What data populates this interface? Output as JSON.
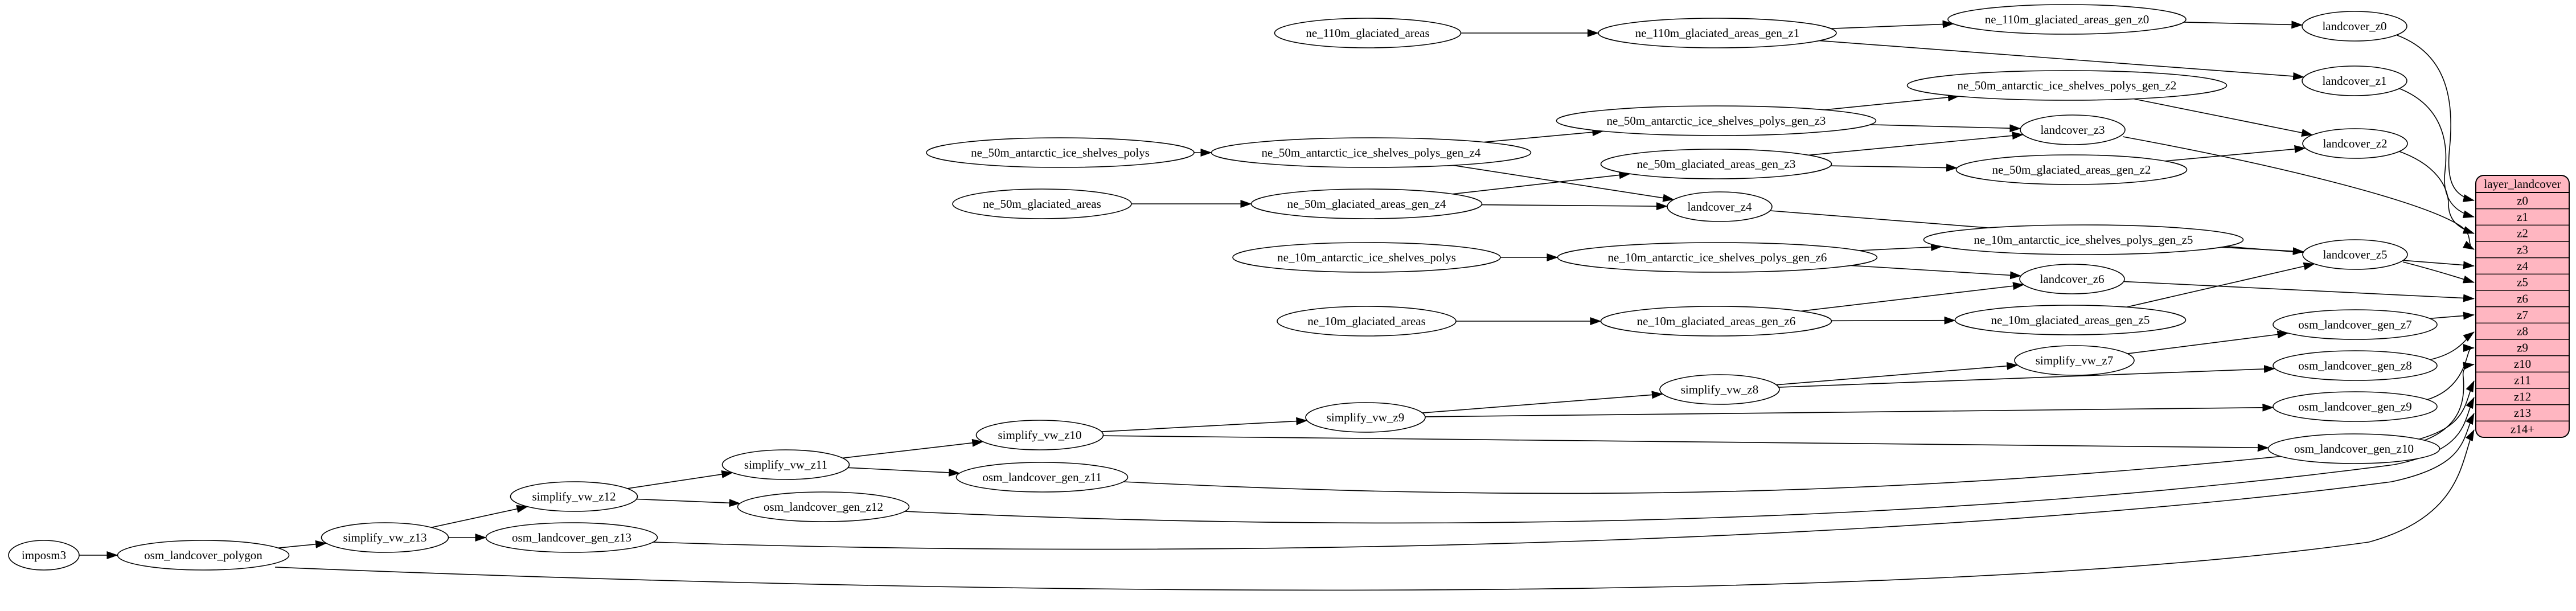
{
  "diagram": {
    "kind": "etl-graph",
    "direction": "left-to-right",
    "colors": {
      "background": "#ffffff",
      "node_fill": "#ffffff",
      "node_stroke": "#000000",
      "edge": "#000000",
      "table_fill": "#ffb6c1",
      "table_stroke": "#000000",
      "text": "#000000"
    },
    "nodes": [
      {
        "id": "imposm3",
        "label": "imposm3"
      },
      {
        "id": "osm_landcover_polygon",
        "label": "osm_landcover_polygon"
      },
      {
        "id": "simplify_vw_z13",
        "label": "simplify_vw_z13"
      },
      {
        "id": "osm_landcover_gen_z13",
        "label": "osm_landcover_gen_z13"
      },
      {
        "id": "simplify_vw_z12",
        "label": "simplify_vw_z12"
      },
      {
        "id": "osm_landcover_gen_z12",
        "label": "osm_landcover_gen_z12"
      },
      {
        "id": "simplify_vw_z11",
        "label": "simplify_vw_z11"
      },
      {
        "id": "osm_landcover_gen_z11",
        "label": "osm_landcover_gen_z11"
      },
      {
        "id": "simplify_vw_z10",
        "label": "simplify_vw_z10"
      },
      {
        "id": "osm_landcover_gen_z10",
        "label": "osm_landcover_gen_z10"
      },
      {
        "id": "simplify_vw_z9",
        "label": "simplify_vw_z9"
      },
      {
        "id": "osm_landcover_gen_z9",
        "label": "osm_landcover_gen_z9"
      },
      {
        "id": "simplify_vw_z8",
        "label": "simplify_vw_z8"
      },
      {
        "id": "osm_landcover_gen_z8",
        "label": "osm_landcover_gen_z8"
      },
      {
        "id": "simplify_vw_z7",
        "label": "simplify_vw_z7"
      },
      {
        "id": "osm_landcover_gen_z7",
        "label": "osm_landcover_gen_z7"
      },
      {
        "id": "ne_110m_glaciated_areas",
        "label": "ne_110m_glaciated_areas"
      },
      {
        "id": "ne_110m_glaciated_areas_gen_z1",
        "label": "ne_110m_glaciated_areas_gen_z1"
      },
      {
        "id": "ne_110m_glaciated_areas_gen_z0",
        "label": "ne_110m_glaciated_areas_gen_z0"
      },
      {
        "id": "landcover_z0",
        "label": "landcover_z0"
      },
      {
        "id": "landcover_z1",
        "label": "landcover_z1"
      },
      {
        "id": "ne_50m_antarctic_ice_shelves_polys",
        "label": "ne_50m_antarctic_ice_shelves_polys"
      },
      {
        "id": "ne_50m_antarctic_ice_shelves_polys_gen_z4",
        "label": "ne_50m_antarctic_ice_shelves_polys_gen_z4"
      },
      {
        "id": "ne_50m_antarctic_ice_shelves_polys_gen_z3",
        "label": "ne_50m_antarctic_ice_shelves_polys_gen_z3"
      },
      {
        "id": "ne_50m_antarctic_ice_shelves_polys_gen_z2",
        "label": "ne_50m_antarctic_ice_shelves_polys_gen_z2"
      },
      {
        "id": "ne_50m_glaciated_areas",
        "label": "ne_50m_glaciated_areas"
      },
      {
        "id": "ne_50m_glaciated_areas_gen_z4",
        "label": "ne_50m_glaciated_areas_gen_z4"
      },
      {
        "id": "ne_50m_glaciated_areas_gen_z3",
        "label": "ne_50m_glaciated_areas_gen_z3"
      },
      {
        "id": "ne_50m_glaciated_areas_gen_z2",
        "label": "ne_50m_glaciated_areas_gen_z2"
      },
      {
        "id": "landcover_z2",
        "label": "landcover_z2"
      },
      {
        "id": "landcover_z3",
        "label": "landcover_z3"
      },
      {
        "id": "landcover_z4",
        "label": "landcover_z4"
      },
      {
        "id": "ne_10m_antarctic_ice_shelves_polys",
        "label": "ne_10m_antarctic_ice_shelves_polys"
      },
      {
        "id": "ne_10m_antarctic_ice_shelves_polys_gen_z6",
        "label": "ne_10m_antarctic_ice_shelves_polys_gen_z6"
      },
      {
        "id": "ne_10m_antarctic_ice_shelves_polys_gen_z5",
        "label": "ne_10m_antarctic_ice_shelves_polys_gen_z5"
      },
      {
        "id": "landcover_z5",
        "label": "landcover_z5"
      },
      {
        "id": "landcover_z6",
        "label": "landcover_z6"
      },
      {
        "id": "ne_10m_glaciated_areas",
        "label": "ne_10m_glaciated_areas"
      },
      {
        "id": "ne_10m_glaciated_areas_gen_z6",
        "label": "ne_10m_glaciated_areas_gen_z6"
      },
      {
        "id": "ne_10m_glaciated_areas_gen_z5",
        "label": "ne_10m_glaciated_areas_gen_z5"
      }
    ],
    "edges": [
      {
        "from": "imposm3",
        "to": "osm_landcover_polygon"
      },
      {
        "from": "osm_landcover_polygon",
        "to": "simplify_vw_z13"
      },
      {
        "from": "osm_landcover_polygon",
        "to": "#z14+"
      },
      {
        "from": "simplify_vw_z13",
        "to": "simplify_vw_z12"
      },
      {
        "from": "simplify_vw_z13",
        "to": "osm_landcover_gen_z13"
      },
      {
        "from": "osm_landcover_gen_z13",
        "to": "#z13"
      },
      {
        "from": "simplify_vw_z12",
        "to": "simplify_vw_z11"
      },
      {
        "from": "simplify_vw_z12",
        "to": "osm_landcover_gen_z12"
      },
      {
        "from": "osm_landcover_gen_z12",
        "to": "#z12"
      },
      {
        "from": "simplify_vw_z11",
        "to": "simplify_vw_z10"
      },
      {
        "from": "simplify_vw_z11",
        "to": "osm_landcover_gen_z11"
      },
      {
        "from": "osm_landcover_gen_z11",
        "to": "#z11"
      },
      {
        "from": "simplify_vw_z10",
        "to": "simplify_vw_z9"
      },
      {
        "from": "simplify_vw_z10",
        "to": "osm_landcover_gen_z10"
      },
      {
        "from": "osm_landcover_gen_z10",
        "to": "#z10"
      },
      {
        "from": "simplify_vw_z9",
        "to": "simplify_vw_z8"
      },
      {
        "from": "simplify_vw_z9",
        "to": "osm_landcover_gen_z9"
      },
      {
        "from": "osm_landcover_gen_z9",
        "to": "#z9"
      },
      {
        "from": "simplify_vw_z8",
        "to": "simplify_vw_z7"
      },
      {
        "from": "simplify_vw_z8",
        "to": "osm_landcover_gen_z8"
      },
      {
        "from": "osm_landcover_gen_z8",
        "to": "#z8"
      },
      {
        "from": "simplify_vw_z7",
        "to": "osm_landcover_gen_z7"
      },
      {
        "from": "osm_landcover_gen_z7",
        "to": "#z7"
      },
      {
        "from": "ne_110m_glaciated_areas",
        "to": "ne_110m_glaciated_areas_gen_z1"
      },
      {
        "from": "ne_110m_glaciated_areas_gen_z1",
        "to": "ne_110m_glaciated_areas_gen_z0"
      },
      {
        "from": "ne_110m_glaciated_areas_gen_z1",
        "to": "landcover_z1"
      },
      {
        "from": "ne_110m_glaciated_areas_gen_z0",
        "to": "landcover_z0"
      },
      {
        "from": "landcover_z0",
        "to": "#z0"
      },
      {
        "from": "landcover_z1",
        "to": "#z1"
      },
      {
        "from": "ne_50m_antarctic_ice_shelves_polys",
        "to": "ne_50m_antarctic_ice_shelves_polys_gen_z4"
      },
      {
        "from": "ne_50m_antarctic_ice_shelves_polys_gen_z4",
        "to": "ne_50m_antarctic_ice_shelves_polys_gen_z3"
      },
      {
        "from": "ne_50m_antarctic_ice_shelves_polys_gen_z4",
        "to": "landcover_z4"
      },
      {
        "from": "ne_50m_antarctic_ice_shelves_polys_gen_z3",
        "to": "ne_50m_antarctic_ice_shelves_polys_gen_z2"
      },
      {
        "from": "ne_50m_antarctic_ice_shelves_polys_gen_z3",
        "to": "landcover_z3"
      },
      {
        "from": "ne_50m_antarctic_ice_shelves_polys_gen_z2",
        "to": "landcover_z2"
      },
      {
        "from": "ne_50m_glaciated_areas",
        "to": "ne_50m_glaciated_areas_gen_z4"
      },
      {
        "from": "ne_50m_glaciated_areas_gen_z4",
        "to": "ne_50m_glaciated_areas_gen_z3"
      },
      {
        "from": "ne_50m_glaciated_areas_gen_z4",
        "to": "landcover_z4"
      },
      {
        "from": "ne_50m_glaciated_areas_gen_z3",
        "to": "ne_50m_glaciated_areas_gen_z2"
      },
      {
        "from": "ne_50m_glaciated_areas_gen_z3",
        "to": "landcover_z3"
      },
      {
        "from": "ne_50m_glaciated_areas_gen_z2",
        "to": "landcover_z2"
      },
      {
        "from": "landcover_z2",
        "to": "#z2"
      },
      {
        "from": "landcover_z3",
        "to": "#z3"
      },
      {
        "from": "landcover_z4",
        "to": "#z4"
      },
      {
        "from": "ne_10m_antarctic_ice_shelves_polys",
        "to": "ne_10m_antarctic_ice_shelves_polys_gen_z6"
      },
      {
        "from": "ne_10m_antarctic_ice_shelves_polys_gen_z6",
        "to": "ne_10m_antarctic_ice_shelves_polys_gen_z5"
      },
      {
        "from": "ne_10m_antarctic_ice_shelves_polys_gen_z6",
        "to": "landcover_z6"
      },
      {
        "from": "ne_10m_antarctic_ice_shelves_polys_gen_z5",
        "to": "landcover_z5"
      },
      {
        "from": "ne_10m_glaciated_areas",
        "to": "ne_10m_glaciated_areas_gen_z6"
      },
      {
        "from": "ne_10m_glaciated_areas_gen_z6",
        "to": "ne_10m_glaciated_areas_gen_z5"
      },
      {
        "from": "ne_10m_glaciated_areas_gen_z6",
        "to": "landcover_z6"
      },
      {
        "from": "ne_10m_glaciated_areas_gen_z5",
        "to": "landcover_z5"
      },
      {
        "from": "landcover_z5",
        "to": "#z5"
      },
      {
        "from": "landcover_z6",
        "to": "#z6"
      }
    ],
    "table": {
      "title": "layer_landcover",
      "rows": [
        "z0",
        "z1",
        "z2",
        "z3",
        "z4",
        "z5",
        "z6",
        "z7",
        "z8",
        "z9",
        "z10",
        "z11",
        "z12",
        "z13",
        "z14+"
      ]
    }
  }
}
